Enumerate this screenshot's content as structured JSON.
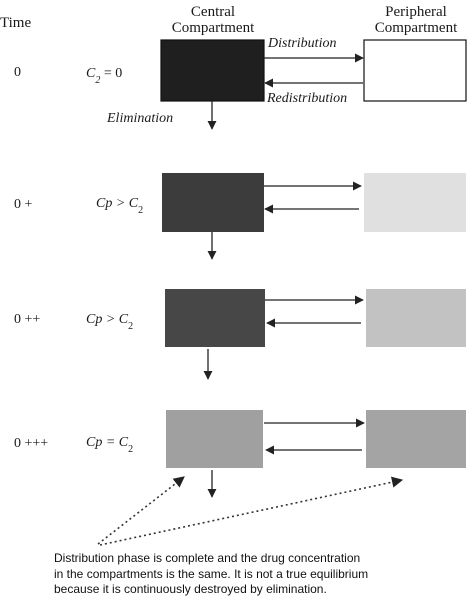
{
  "headers": {
    "time": "Time",
    "central": [
      "Central",
      "Compartment"
    ],
    "peripheral": [
      "Peripheral",
      "Compartment"
    ]
  },
  "labels": {
    "distribution": "Distribution",
    "redistribution": "Redistribution",
    "elimination": "Elimination"
  },
  "rows": [
    {
      "time": "0",
      "eq_left": "C",
      "eq_sub": "2",
      "eq_op": " = 0",
      "eq_sub_after": "",
      "central_color": "#1f1f1f",
      "peripheral_color": "#ffffff"
    },
    {
      "time": "0 +",
      "eq_left": "Cp > C",
      "eq_sub": "",
      "eq_op": "",
      "eq_sub_after": "2",
      "central_color": "#3c3c3c",
      "peripheral_color": "#e0e0e0"
    },
    {
      "time": "0 ++",
      "eq_left": "Cp > C",
      "eq_sub": "",
      "eq_op": "",
      "eq_sub_after": "2",
      "central_color": "#474747",
      "peripheral_color": "#c2c2c2"
    },
    {
      "time": "0 +++",
      "eq_left": "Cp = C",
      "eq_sub": "",
      "eq_op": "",
      "eq_sub_after": "2",
      "central_color": "#a0a0a0",
      "peripheral_color": "#a4a4a4"
    }
  ],
  "note": [
    "Distribution phase is complete and the drug concentration",
    "in the compartments is the same. It is not a true equilibrium",
    "because it is continuously destroyed by elimination."
  ]
}
